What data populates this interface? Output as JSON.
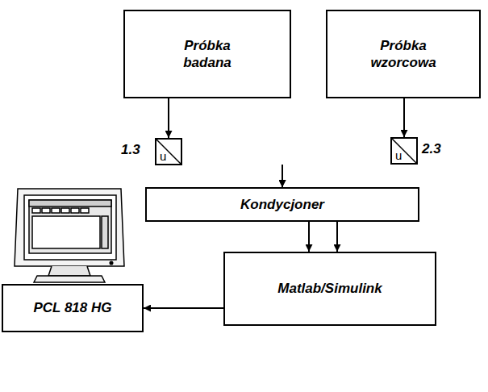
{
  "diagram": {
    "nodes": [
      {
        "text": [
          "Próbka badana"
        ]
      },
      {
        "text": [
          "Próbka wzorcowa"
        ]
      },
      {
        "text": [
          "u"
        ]
      },
      {
        "text": [
          "u"
        ]
      },
      {
        "text": [
          "Kondycjoner"
        ]
      },
      {
        "text": [
          "Matlab/Simulink"
        ]
      },
      {
        "text": [
          "PCL 818 HG"
        ]
      }
    ],
    "edges": [
      {
        "from": 0,
        "to": 2,
        "arrow": "to"
      },
      {
        "from": 2,
        "to": 4,
        "arrow": "to"
      },
      {
        "from": 1,
        "to": 3,
        "arrow": "to"
      },
      {
        "from": 3,
        "to": 4,
        "arrow": "to"
      },
      {
        "from": 4,
        "to": 5,
        "arrow": "to"
      },
      {
        "from": 4,
        "to": 5,
        "arrow": "to"
      },
      {
        "from": 5,
        "to": 6,
        "arrow": "to"
      }
    ],
    "labels": [
      "1.3",
      "2.3"
    ]
  }
}
